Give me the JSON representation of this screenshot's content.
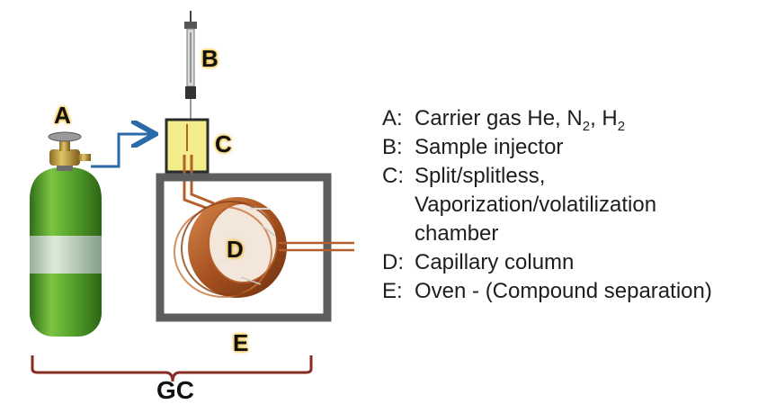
{
  "labels": {
    "a": "A",
    "b": "B",
    "c": "C",
    "d": "D",
    "e": "E",
    "gc": "GC"
  },
  "legend": {
    "a": {
      "key": "A:",
      "pre": "Carrier gas He, N",
      "sub1": "2",
      "mid": ", H",
      "sub2": "2"
    },
    "b": {
      "key": "B:",
      "text": "Sample injector"
    },
    "c": {
      "key": "C:",
      "line1": "Split/splitless,",
      "line2": "Vaporization/volatilization",
      "line3": "chamber"
    },
    "d": {
      "key": "D:",
      "text": "Capillary column"
    },
    "e": {
      "key": "E:",
      "text": "Oven - (Compound separation)"
    }
  },
  "colors": {
    "text": "#1e1e1e",
    "cylinder_green": "#5aa82e",
    "oven_gray": "#5e5e5e",
    "chamber_yellow": "#f2ec8a",
    "coil_copper": "#b5602c",
    "arrow_blue": "#2a6aa8",
    "brace_red": "#8a2b22"
  }
}
